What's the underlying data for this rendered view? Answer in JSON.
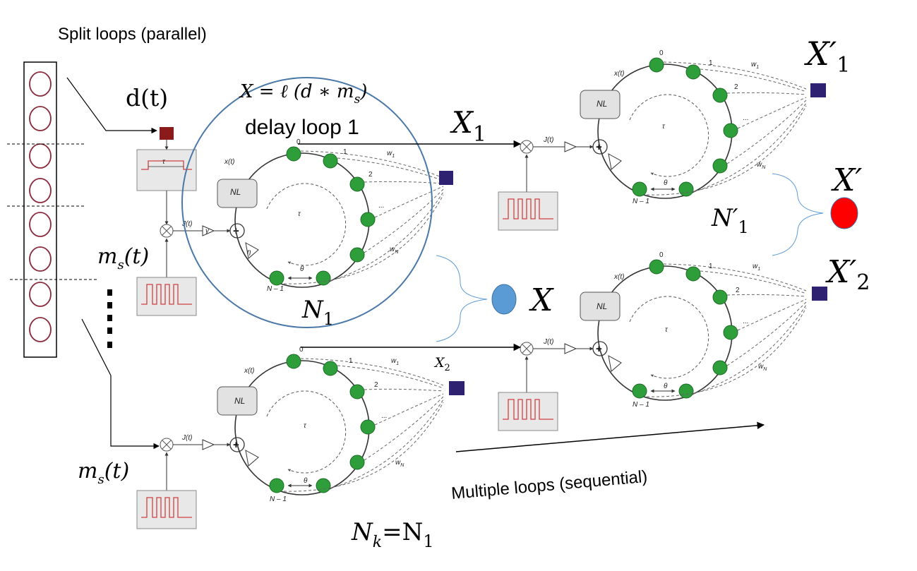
{
  "labels": {
    "split_loops": "Split loops (parallel)",
    "d_t": "d(t)",
    "formula": "X = ℓ (d ∗ m",
    "formula_sub": "s",
    "formula_close": ")",
    "delay_loop": "delay loop 1",
    "x1": "X",
    "x1_sub": "1",
    "x1_prime": "X′",
    "x1_prime_sub": "1",
    "x_prime": "X′",
    "n1_prime": "N′",
    "n1_prime_sub": "1",
    "x2_prime": "X′",
    "x2_prime_sub": "2",
    "x_label": "X",
    "n1": "N",
    "n1_sub": "1",
    "ms_t_a": "m",
    "ms_t_sub": "s",
    "ms_t_close": "(t)",
    "x2_small": "X",
    "x2_small_sub": "2",
    "nk": "N",
    "nk_sub": "k",
    "nk_eq": "=N",
    "nk_eq_sub": "1",
    "multiple_loops": "Multiple loops (sequential)"
  },
  "loop_module": {
    "nl": "NL",
    "tau": "τ",
    "theta": "θ",
    "eta": "η",
    "gamma": "γ",
    "jt": "J(t)",
    "xt": "x(t)",
    "node_0": "0",
    "node_1": "1",
    "node_2": "2",
    "node_dots": "...",
    "node_n1": "N – 1",
    "w1": "w",
    "w1_sub": "1",
    "wn": "w",
    "wn_sub": "N"
  },
  "colors": {
    "node_green": "#2e9e3a",
    "output_square": "#2e2270",
    "input_square": "#8b1a1a",
    "circle_blue": "#4a78a8",
    "dot_blue": "#5b9bd5",
    "dot_red": "#ff0000",
    "mask_red": "#d04040"
  }
}
